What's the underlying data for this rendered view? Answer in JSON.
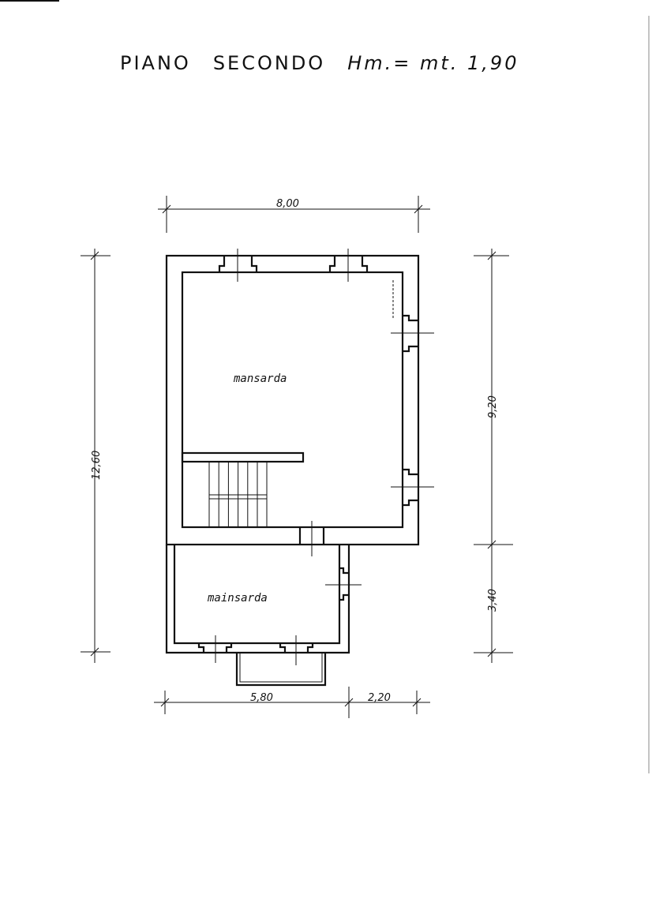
{
  "title": {
    "floor": "PIANO",
    "level": "SECONDO",
    "height": "Hm.= mt. 1,90"
  },
  "rooms": [
    {
      "label": "mansarda"
    },
    {
      "label": "mainsarda"
    }
  ],
  "dimensions": {
    "top": "8,00",
    "left": "12,60",
    "right_upper": "9,20",
    "right_lower": "3,40",
    "bottom_left": "5,80",
    "bottom_right": "2,20"
  }
}
